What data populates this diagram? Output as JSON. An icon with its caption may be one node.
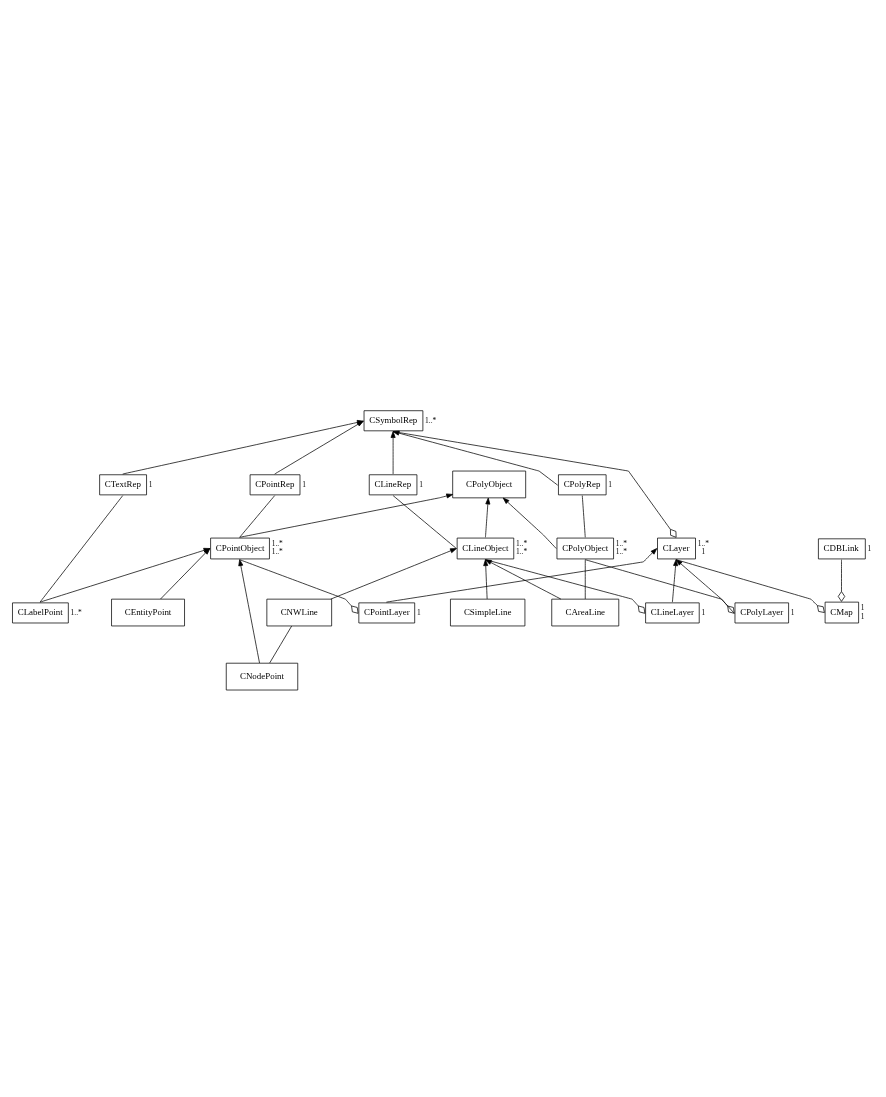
{
  "diagram": {
    "nodes": [
      {
        "text": [
          "CMap"
        ],
        "beside": [
          "1",
          "1"
        ]
      },
      {
        "text": [
          "CPolyObject"
        ]
      },
      {
        "text": [
          "CDBLink"
        ],
        "beside": [
          "1"
        ]
      },
      {
        "text": [
          "CLayer"
        ],
        "beside": [
          "1..*",
          "1"
        ]
      },
      {
        "text": [
          "CSymbolRep"
        ],
        "beside": [
          "1..*"
        ]
      },
      {
        "text": [
          "CPointObject"
        ],
        "beside": [
          "1..*",
          "1..*"
        ]
      },
      {
        "text": [
          "CPointLayer"
        ],
        "beside": [
          "1"
        ]
      },
      {
        "text": [
          "CEntityPoint"
        ]
      },
      {
        "text": [
          "CPointRep"
        ],
        "beside": [
          "1"
        ]
      },
      {
        "text": [
          "CNodePoint"
        ]
      },
      {
        "text": [
          "CLabelPoint"
        ],
        "beside": [
          "1..*"
        ]
      },
      {
        "text": [
          "CTextRep"
        ],
        "beside": [
          "1"
        ]
      },
      {
        "text": [
          "CLineObject"
        ],
        "beside": [
          "1..*",
          "1..*"
        ]
      },
      {
        "text": [
          "CLineLayer"
        ],
        "beside": [
          "1"
        ]
      },
      {
        "text": [
          "CSimpleLine"
        ]
      },
      {
        "text": [
          "CLineRep"
        ],
        "beside": [
          "1"
        ]
      },
      {
        "text": [
          "CNWLine"
        ]
      },
      {
        "text": [
          "CAreaLine"
        ]
      },
      {
        "text": [
          "CPolyObject"
        ],
        "beside": [
          "1..*",
          "1..*"
        ]
      },
      {
        "text": [
          "CPolyLayer"
        ],
        "beside": [
          "1"
        ]
      },
      {
        "text": [
          "CPolyRep"
        ],
        "beside": [
          "1"
        ]
      }
    ],
    "edges": [
      {
        "from": 0,
        "to": 3,
        "arrow": "other"
      },
      {
        "from": 0,
        "to": 2,
        "arrow": "other"
      },
      {
        "from": 3,
        "to": 4,
        "arrow": "other"
      },
      {
        "from": 5,
        "to": 1,
        "arrow": "to"
      },
      {
        "from": 12,
        "to": 1,
        "arrow": "to"
      },
      {
        "from": 18,
        "to": 1,
        "arrow": "to"
      },
      {
        "from": 8,
        "to": 4,
        "arrow": "to"
      },
      {
        "from": 11,
        "to": 4,
        "arrow": "to"
      },
      {
        "from": 15,
        "to": 4,
        "arrow": "to"
      },
      {
        "from": 20,
        "to": 4,
        "arrow": "to"
      },
      {
        "from": 6,
        "to": 3,
        "arrow": "to"
      },
      {
        "from": 13,
        "to": 3,
        "arrow": "to"
      },
      {
        "from": 19,
        "to": 3,
        "arrow": "to"
      },
      {
        "from": 5,
        "to": 8,
        "arrow": "none"
      },
      {
        "from": 6,
        "to": 5,
        "arrow": "other"
      },
      {
        "from": 7,
        "to": 5,
        "arrow": "to"
      },
      {
        "from": 9,
        "to": 5,
        "arrow": "to"
      },
      {
        "from": 10,
        "to": 5,
        "arrow": "to"
      },
      {
        "from": 10,
        "to": 11,
        "arrow": "none"
      },
      {
        "from": 9,
        "to": 16,
        "arrow": "none"
      },
      {
        "from": 12,
        "to": 15,
        "arrow": "none"
      },
      {
        "from": 13,
        "to": 12,
        "arrow": "other"
      },
      {
        "from": 14,
        "to": 12,
        "arrow": "to"
      },
      {
        "from": 16,
        "to": 12,
        "arrow": "to"
      },
      {
        "from": 17,
        "to": 12,
        "arrow": "to"
      },
      {
        "from": 17,
        "to": 18,
        "arrow": "none"
      },
      {
        "from": 18,
        "to": 20,
        "arrow": "none"
      },
      {
        "from": 19,
        "to": 18,
        "arrow": "other"
      }
    ]
  }
}
